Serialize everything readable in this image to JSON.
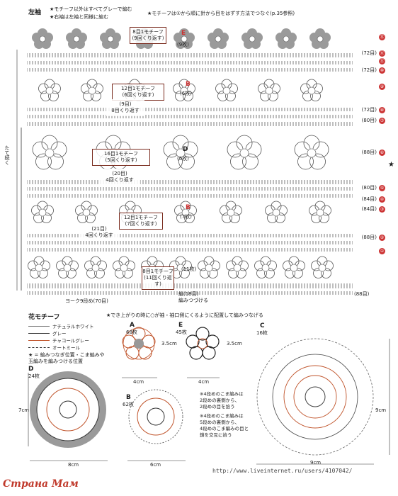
{
  "header": {
    "title": "左袖",
    "note1": "★モチーフ以外はすべてグレーで編む",
    "note2": "★右袖は左袖と同様に編む",
    "note3": "★モチーフは①から順に針から目をはずす方法でつなぐ(p.35参照)"
  },
  "side_label": "たて続く",
  "row_labels": [
    {
      "badge": "⑫",
      "text": "",
      "color": "red"
    },
    {
      "badge": "⑪",
      "text": "(72目)",
      "color": "red"
    },
    {
      "badge": "⑪",
      "text": "",
      "color": "red"
    },
    {
      "badge": "⑩",
      "text": "(72目)",
      "color": "red"
    },
    {
      "badge": "⑨",
      "text": "",
      "color": "red"
    },
    {
      "badge": "⑧",
      "text": "(72目)",
      "color": "red"
    },
    {
      "badge": "⑦",
      "text": "(80目)",
      "color": "red"
    },
    {
      "badge": "⑥",
      "text": "(88目)",
      "color": "red"
    },
    {
      "badge": "⑤",
      "text": "(80目)",
      "color": "red"
    },
    {
      "badge": "④",
      "text": "(84目)",
      "color": "red"
    },
    {
      "badge": "③",
      "text": "(84目)",
      "color": "red"
    },
    {
      "badge": "②",
      "text": "(88目)",
      "color": "red"
    },
    {
      "badge": "①",
      "text": "",
      "color": "red"
    }
  ],
  "boxes": {
    "e": {
      "title": "8目1モチーフ",
      "sub": "(9回くり返す)"
    },
    "r10": {
      "title": "12目1モチーフ",
      "sub": "(6回くり返す)"
    },
    "r9": {
      "title": "(9目)",
      "sub": "8目くり返す"
    },
    "r7": {
      "title": "16目1モチーフ",
      "sub": "(5回くり返す)"
    },
    "r20": {
      "title": "(20目)",
      "sub": "4回くり返す"
    },
    "r4": {
      "title": "12目1モチーフ",
      "sub": "(7回くり返す)"
    },
    "r21": {
      "title": "(21目)",
      "sub": "4回くり返す"
    },
    "r1": {
      "title": "8目1モチーフ",
      "sub": "(11回くり返す)"
    }
  },
  "motif_labels": {
    "e": "E",
    "e_count": "(9枚)",
    "b1": "B",
    "b1_count": "(6枚)",
    "d": "D",
    "d_count": "(5枚)",
    "b2": "B",
    "b2_count": "(7枚)",
    "a": "A",
    "a_count": "(11枚)"
  },
  "bottom": {
    "yoke": "ヨーク9段め(70目)",
    "knit": "編(18目)",
    "knit2": "編みつづける",
    "total": "(88目)"
  },
  "motif_section": {
    "title": "花モチーフ",
    "note": "★でき上がりの時に○が袖・袖口側にくるように配置して編みつなげる",
    "legend": [
      {
        "label": "ナチュラルホワイト",
        "color": "#777777"
      },
      {
        "label": "グレー",
        "color": "#333333"
      },
      {
        "label": "チャコールグレー",
        "color": "#c0542b"
      },
      {
        "label": "オートミール",
        "color": "#333333"
      }
    ],
    "legend_note": "★ = 編みつなぎ位置・こま編みや 玉編みを編みつける位置"
  },
  "motifs": [
    {
      "id": "A",
      "count": "68枚",
      "size": "3.5cm",
      "width": "4cm"
    },
    {
      "id": "E",
      "count": "45枚",
      "size": "3.5cm",
      "width": "4cm"
    },
    {
      "id": "C",
      "count": "16枚",
      "size": "9cm",
      "width": "9cm"
    },
    {
      "id": "D",
      "count": "24枚",
      "size": "7cm",
      "width": "8cm"
    },
    {
      "id": "B",
      "count": "62枚",
      "size": "",
      "width": "6cm"
    }
  ],
  "instructions": [
    "※4段めのこま編みは",
    "2段めの裏側から、",
    "2段めの目を拾う",
    "※4段めのこま編みは",
    "5段めの裏側から、",
    "4段めのこま編みの目と",
    "鎖を交互に拾う"
  ],
  "watermark": "Страна Мам",
  "url": "http://www.liveinternet.ru/users/4107042/"
}
